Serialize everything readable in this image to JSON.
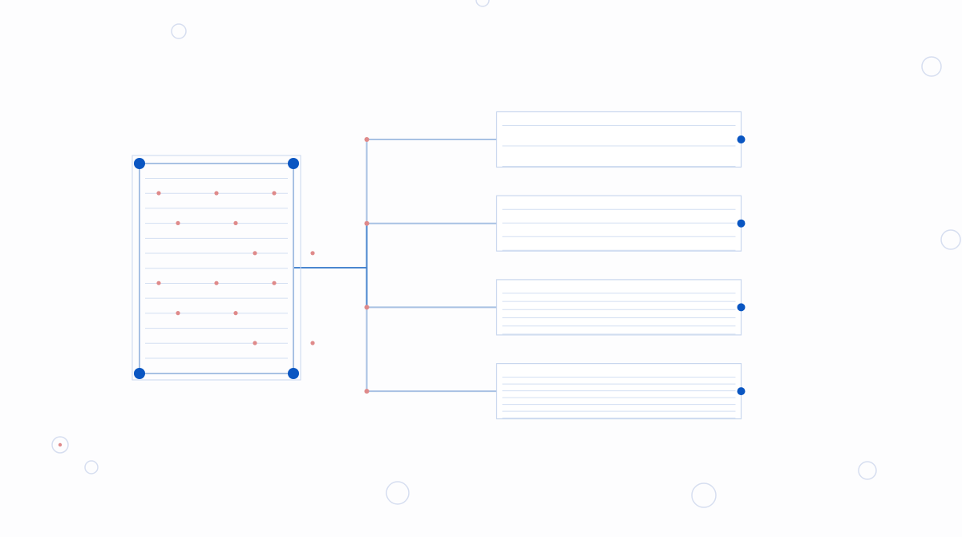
{
  "colors": {
    "background": "#fdfdfe",
    "panel_border": "#c9d7ee",
    "rule_line": "#d3dff2",
    "connector": "#a8c1e3",
    "connector_strong": "#4a86cf",
    "node_blue": "#0a56c2",
    "node_red": "#df8a8a",
    "bubble": "#d6def0"
  },
  "source_panel": {
    "rule_count": 13,
    "dot_rows": [
      [
        1,
        1,
        1
      ],
      [
        1,
        1,
        0
      ],
      [
        0,
        1,
        1
      ],
      [
        1,
        1,
        1
      ],
      [
        1,
        1,
        0
      ],
      [
        0,
        1,
        1
      ]
    ]
  },
  "outputs": [
    {
      "rule_count": 3
    },
    {
      "rule_count": 4
    },
    {
      "rule_count": 6
    },
    {
      "rule_count": 7
    }
  ]
}
